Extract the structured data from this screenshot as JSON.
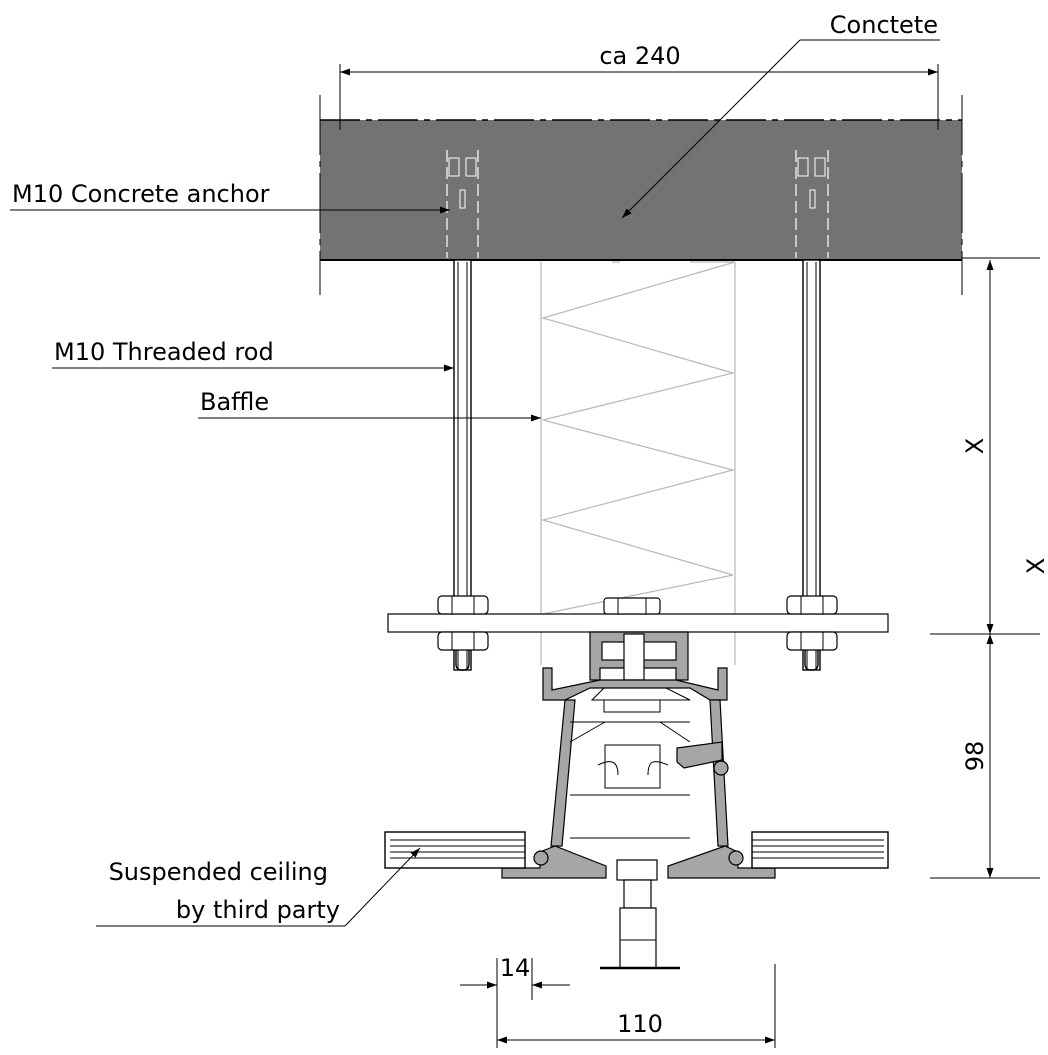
{
  "labels": {
    "concrete": "Conctete",
    "anchor": "M10 Concrete anchor",
    "rod": "M10 Threaded rod",
    "baffle": "Baffle",
    "ceiling_line1": "Suspended ceiling",
    "ceiling_line2": "by third party"
  },
  "dimensions": {
    "width_top": "ca 240",
    "height_x1": "X",
    "height_x2": "X",
    "profile_height": "98",
    "flange": "14",
    "profile_width": "110"
  },
  "colors": {
    "concrete": "#737373",
    "profile": "#a6a6a6",
    "baffle": "#b8b8b8",
    "line": "#000000"
  }
}
